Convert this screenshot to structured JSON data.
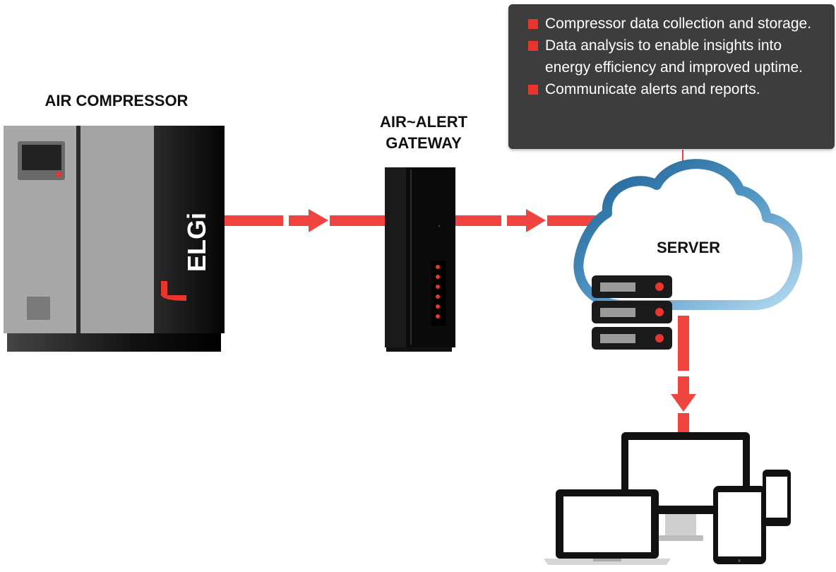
{
  "labels": {
    "compressor": "AIR COMPRESSOR",
    "gateway_line1": "AIR~ALERT",
    "gateway_line2": "GATEWAY",
    "server": "SERVER"
  },
  "compressor_brand": "ELGi",
  "callout": {
    "items": [
      "Compressor data collection and storage.",
      "Data analysis to enable insights into energy efficiency and improved uptime.",
      "Communicate alerts and reports."
    ]
  },
  "colors": {
    "arrow": "#ef4440",
    "accent_red": "#e8362f",
    "callout_bg": "#3d3d3d",
    "cloud_blue": "#1f6a9c",
    "cloud_light": "#a9d4ee"
  },
  "icons": [
    "air-compressor-icon",
    "gateway-device-icon",
    "cloud-icon",
    "server-rack-icon",
    "desktop-monitor-icon",
    "laptop-icon",
    "tablet-icon",
    "smartphone-icon",
    "arrow-icon"
  ]
}
